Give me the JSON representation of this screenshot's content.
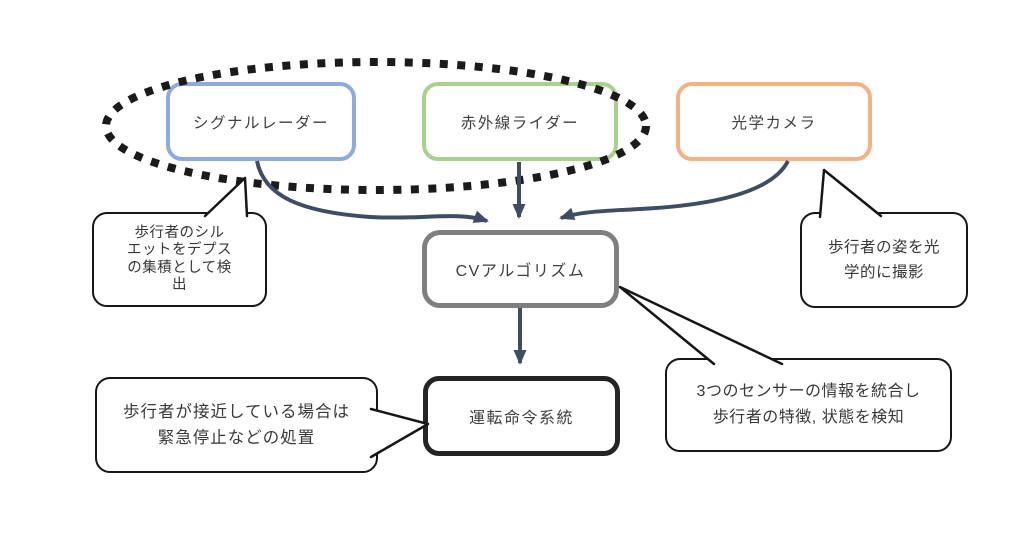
{
  "canvas": {
    "background": "#ffffff"
  },
  "palette": {
    "signal_border": "#8faadc",
    "lidar_border": "#a9d18e",
    "camera_border": "#f4b183",
    "cv_border": "#7f7f7f",
    "command_border": "#242424",
    "callout_border": "#161616",
    "arrow": "#3e4d63",
    "ellipse_dash": "#1b1b1b",
    "label_text": "#404040"
  },
  "nodes": {
    "signal_radar": {
      "label": "シグナルレーダー"
    },
    "infrared_lidar": {
      "label": "赤外線ライダー"
    },
    "optical_camera": {
      "label": "光学カメラ"
    },
    "cv_algorithm": {
      "label": "CVアルゴリズム"
    },
    "drive_command": {
      "label": "運転命令系統"
    }
  },
  "callouts": {
    "silhouette": {
      "lines": [
        "歩行者のシル",
        "エットをデプス",
        "の集積として検",
        "出"
      ]
    },
    "optical": {
      "lines": [
        "歩行者の姿を光",
        "学的に撮影"
      ]
    },
    "emergency": {
      "lines": [
        "歩行者が接近している場合は",
        "緊急停止などの処置"
      ]
    },
    "fusion": {
      "lines": [
        "3つのセンサーの情報を統合し",
        "歩行者の特徴, 状態を検知"
      ]
    }
  }
}
